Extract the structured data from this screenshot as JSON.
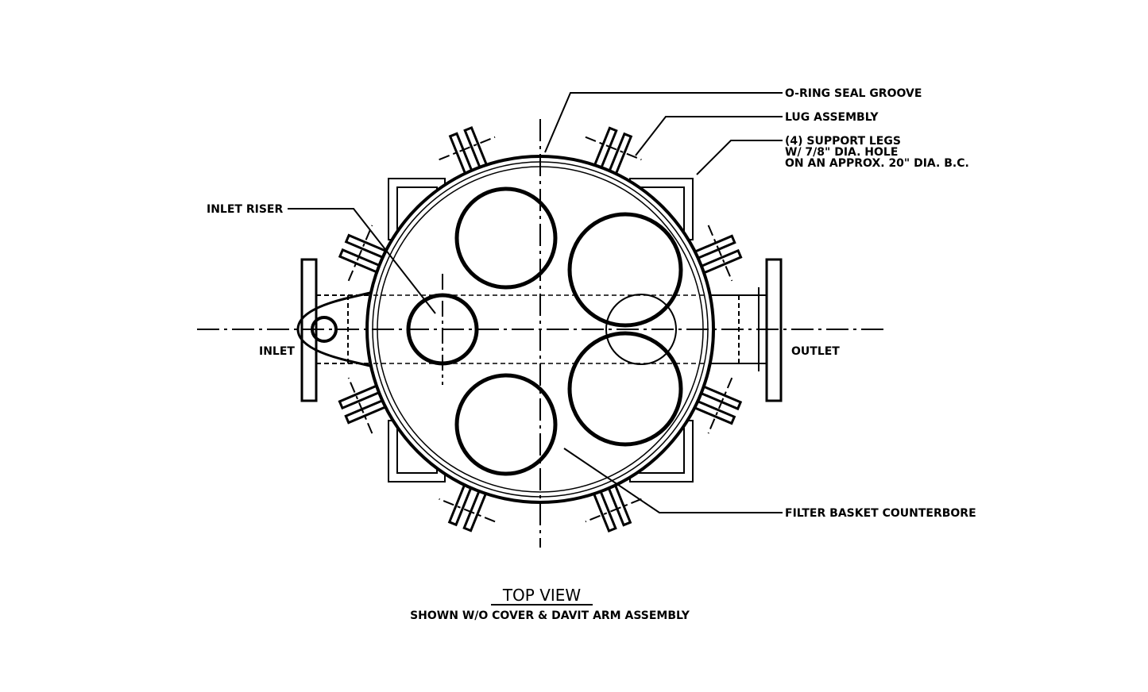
{
  "labels": {
    "o_ring": "O-RING SEAL GROOVE",
    "lug": "LUG ASSEMBLY",
    "legs_1": "(4) SUPPORT LEGS",
    "legs_2": "W/ 7/8\" DIA. HOLE",
    "legs_3": "ON AN APPROX. 20\" DIA. B.C.",
    "inlet_riser": "INLET RISER",
    "inlet": "INLET",
    "outlet": "OUTLET",
    "filter_basket": "FILTER BASKET COUNTERBORE"
  },
  "title": {
    "main": "TOP VIEW",
    "sub": "SHOWN W/O COVER & DAVIT ARM ASSEMBLY"
  },
  "colors": {
    "line": "#000000",
    "background": "#ffffff"
  }
}
